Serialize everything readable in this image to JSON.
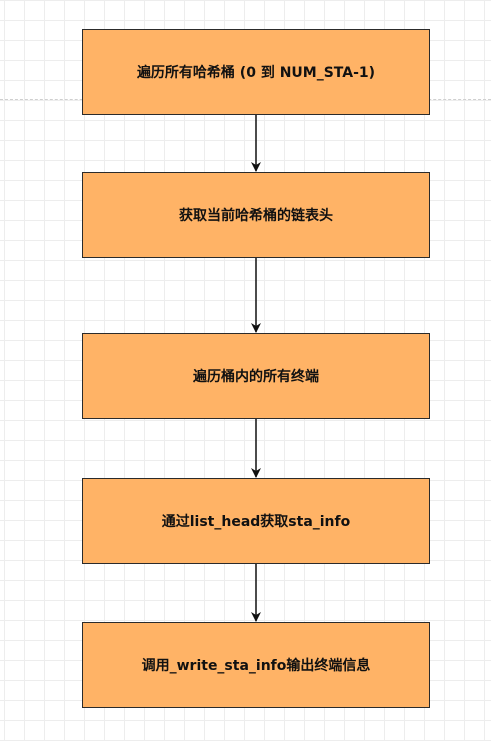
{
  "diagram": {
    "nodes": [
      {
        "id": "n0",
        "label": "遍历所有哈希桶 (0 到 NUM_STA-1)"
      },
      {
        "id": "n1",
        "label": "获取当前哈希桶的链表头"
      },
      {
        "id": "n2",
        "label": "遍历桶内的所有终端"
      },
      {
        "id": "n3",
        "label": "通过list_head获取sta_info"
      },
      {
        "id": "n4",
        "label": "调用_write_sta_info输出终端信息"
      }
    ],
    "edges": [
      {
        "from": "n0",
        "to": "n1"
      },
      {
        "from": "n1",
        "to": "n2"
      },
      {
        "from": "n2",
        "to": "n3"
      },
      {
        "from": "n3",
        "to": "n4"
      }
    ],
    "colors": {
      "node_fill": "#ffb366",
      "node_border": "#2b2b2b",
      "grid": "#ededed"
    }
  }
}
